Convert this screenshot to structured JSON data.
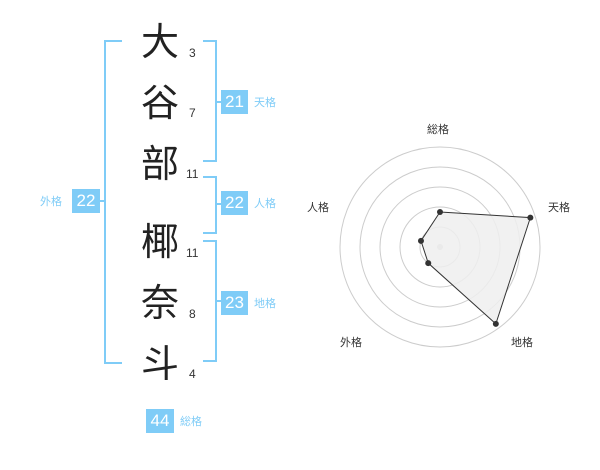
{
  "name_chars": [
    {
      "char": "大",
      "strokes": "3"
    },
    {
      "char": "谷",
      "strokes": "7"
    },
    {
      "char": "部",
      "strokes": "11"
    },
    {
      "char": "椰",
      "strokes": "11"
    },
    {
      "char": "奈",
      "strokes": "8"
    },
    {
      "char": "斗",
      "strokes": "4"
    }
  ],
  "kakusu": {
    "tenkaku": {
      "value": "21",
      "label": "天格"
    },
    "jinkaku": {
      "value": "22",
      "label": "人格"
    },
    "chikaku": {
      "value": "23",
      "label": "地格"
    },
    "gaikaku": {
      "value": "22",
      "label": "外格"
    },
    "soukaku": {
      "value": "44",
      "label": "総格"
    }
  },
  "colors": {
    "accent": "#7fccf7",
    "text": "#222222",
    "radar_fill": "#efefef",
    "radar_ring": "#cccccc"
  },
  "radar": {
    "axes": [
      "総格",
      "天格",
      "地格",
      "外格",
      "人格"
    ],
    "values": [
      0.35,
      0.95,
      0.95,
      0.2,
      0.2
    ]
  }
}
